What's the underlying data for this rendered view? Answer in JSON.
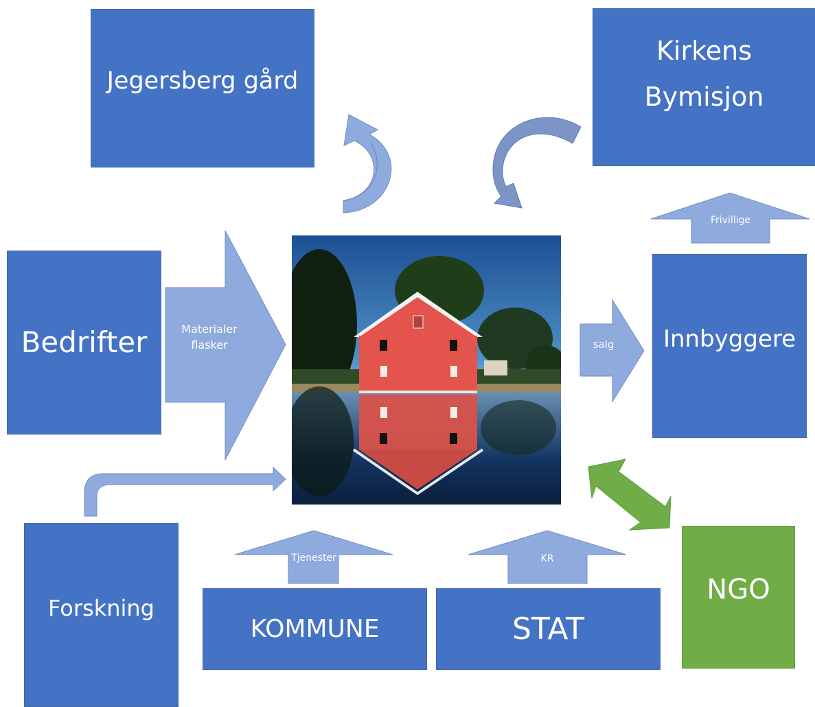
{
  "boxes": {
    "jegersberg": "Jegersberg gård",
    "kirkens_line1": "Kirkens",
    "kirkens_line2": "Bymisjon",
    "bedrifter": "Bedrifter",
    "innbyggere": "Innbyggere",
    "forskning": "Forskning",
    "kommune": "KOMMUNE",
    "stat": "STAT",
    "ngo": "NGO"
  },
  "arrows": {
    "materialer_line1": "Materialer",
    "materialer_line2": "flasker",
    "salg": "salg",
    "frivillige": "Frivillige",
    "tjenester": "Tjenester",
    "kr": "KR"
  },
  "colors": {
    "box_blue": "#4472c4",
    "arrow_light_blue": "#8faadc",
    "ngo_green": "#70ad47",
    "curved_arrow": "#6d87b8"
  },
  "icons": [
    "red-boathouse-photo"
  ]
}
